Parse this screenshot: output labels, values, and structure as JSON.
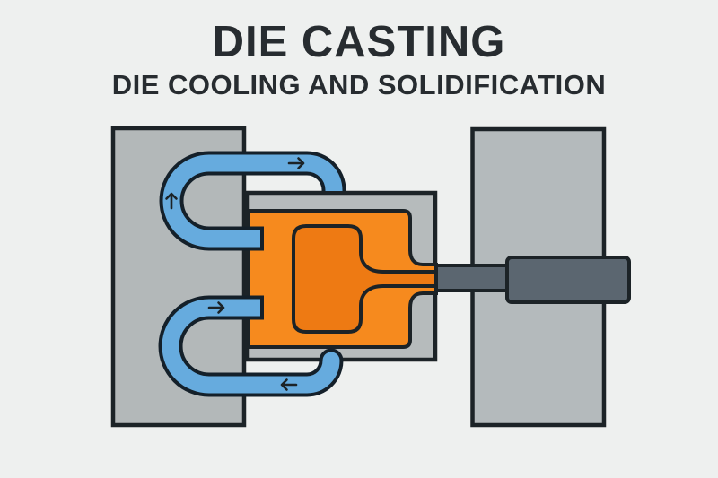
{
  "header": {
    "title": "DIE CASTING",
    "subtitle": "DIE COOLING AND SOLIDIFICATION"
  },
  "diagram": {
    "flow_arrows": [
      "up",
      "right",
      "right",
      "left"
    ],
    "icons": {
      "flow_arrow_up": "↑",
      "flow_arrow_right_top": "→",
      "flow_arrow_right_bottom": "→",
      "flow_arrow_left_bottom": "←"
    }
  },
  "colors": {
    "background": "#eef0ef",
    "title_text": "#272c30",
    "block_gray_left": "#b3b8b9",
    "block_gray_right": "#b4babc",
    "die_gray": "#b6bbbc",
    "molten_orange": "#f68a1e",
    "casting_orange": "#ee7a13",
    "coolant_blue": "#66abde",
    "tube_outline": "#14202a",
    "plunger_gray": "#5b6670",
    "outline": "#1c2327"
  }
}
